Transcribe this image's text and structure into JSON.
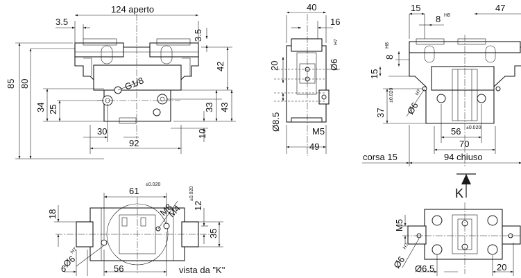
{
  "drawing": {
    "front_view": {
      "dim_width_open": "124 aperto",
      "dim_jaw_offset_left": "3.5",
      "dim_jaw_offset_right": "3.5",
      "dim_height_total": "85",
      "dim_height_80": "80",
      "dim_height_34": "34",
      "dim_height_25": "25",
      "dim_height_42": "42",
      "dim_height_33": "33",
      "dim_height_43": "43",
      "dim_height_10": "10",
      "dim_30": "30",
      "dim_92": "92",
      "port_label": "G1/8"
    },
    "side_view": {
      "dim_40": "40",
      "dim_16": "16",
      "dim_20": "20",
      "dim_hole_d6": "Ø6",
      "dim_hole_tol": "H7",
      "dim_d85": "Ø8.5",
      "dim_m5": "M5",
      "dim_49": "49"
    },
    "right_view": {
      "dim_15_top": "15",
      "dim_47": "47",
      "dim_8_top": "8",
      "dim_h8_top": "H8",
      "dim_8_side": "8",
      "dim_h8_side": "H8",
      "dim_15_side": "15",
      "dim_37": "37",
      "dim_tol_020": "±0.020",
      "dim_hole_d6": "Ø6",
      "dim_hole_tol": "H7",
      "dim_56": "56",
      "dim_56_tol": "±0.020",
      "dim_70": "70",
      "dim_stroke": "corsa 15",
      "dim_closed": "94 chiuso",
      "view_arrow": "K"
    },
    "bottom_view": {
      "dim_61": "61",
      "dim_61_tol": "±0.020",
      "dim_18": "18",
      "dim_m8": "M8",
      "dim_m4": "M4",
      "dim_12": "12",
      "dim_12_tol": "±0.020",
      "dim_35": "35",
      "dim_hole_d6": "Ø6",
      "dim_hole_tol": "H7",
      "dim_6": "6",
      "dim_56": "56",
      "caption": "vista da \"K\""
    },
    "bottom_right_view": {
      "dim_m5": "M5",
      "dim_hole_d6": "Ø6",
      "dim_hole_tol": "H7",
      "dim_d65": "Ø6.5",
      "dim_20": "20"
    }
  }
}
